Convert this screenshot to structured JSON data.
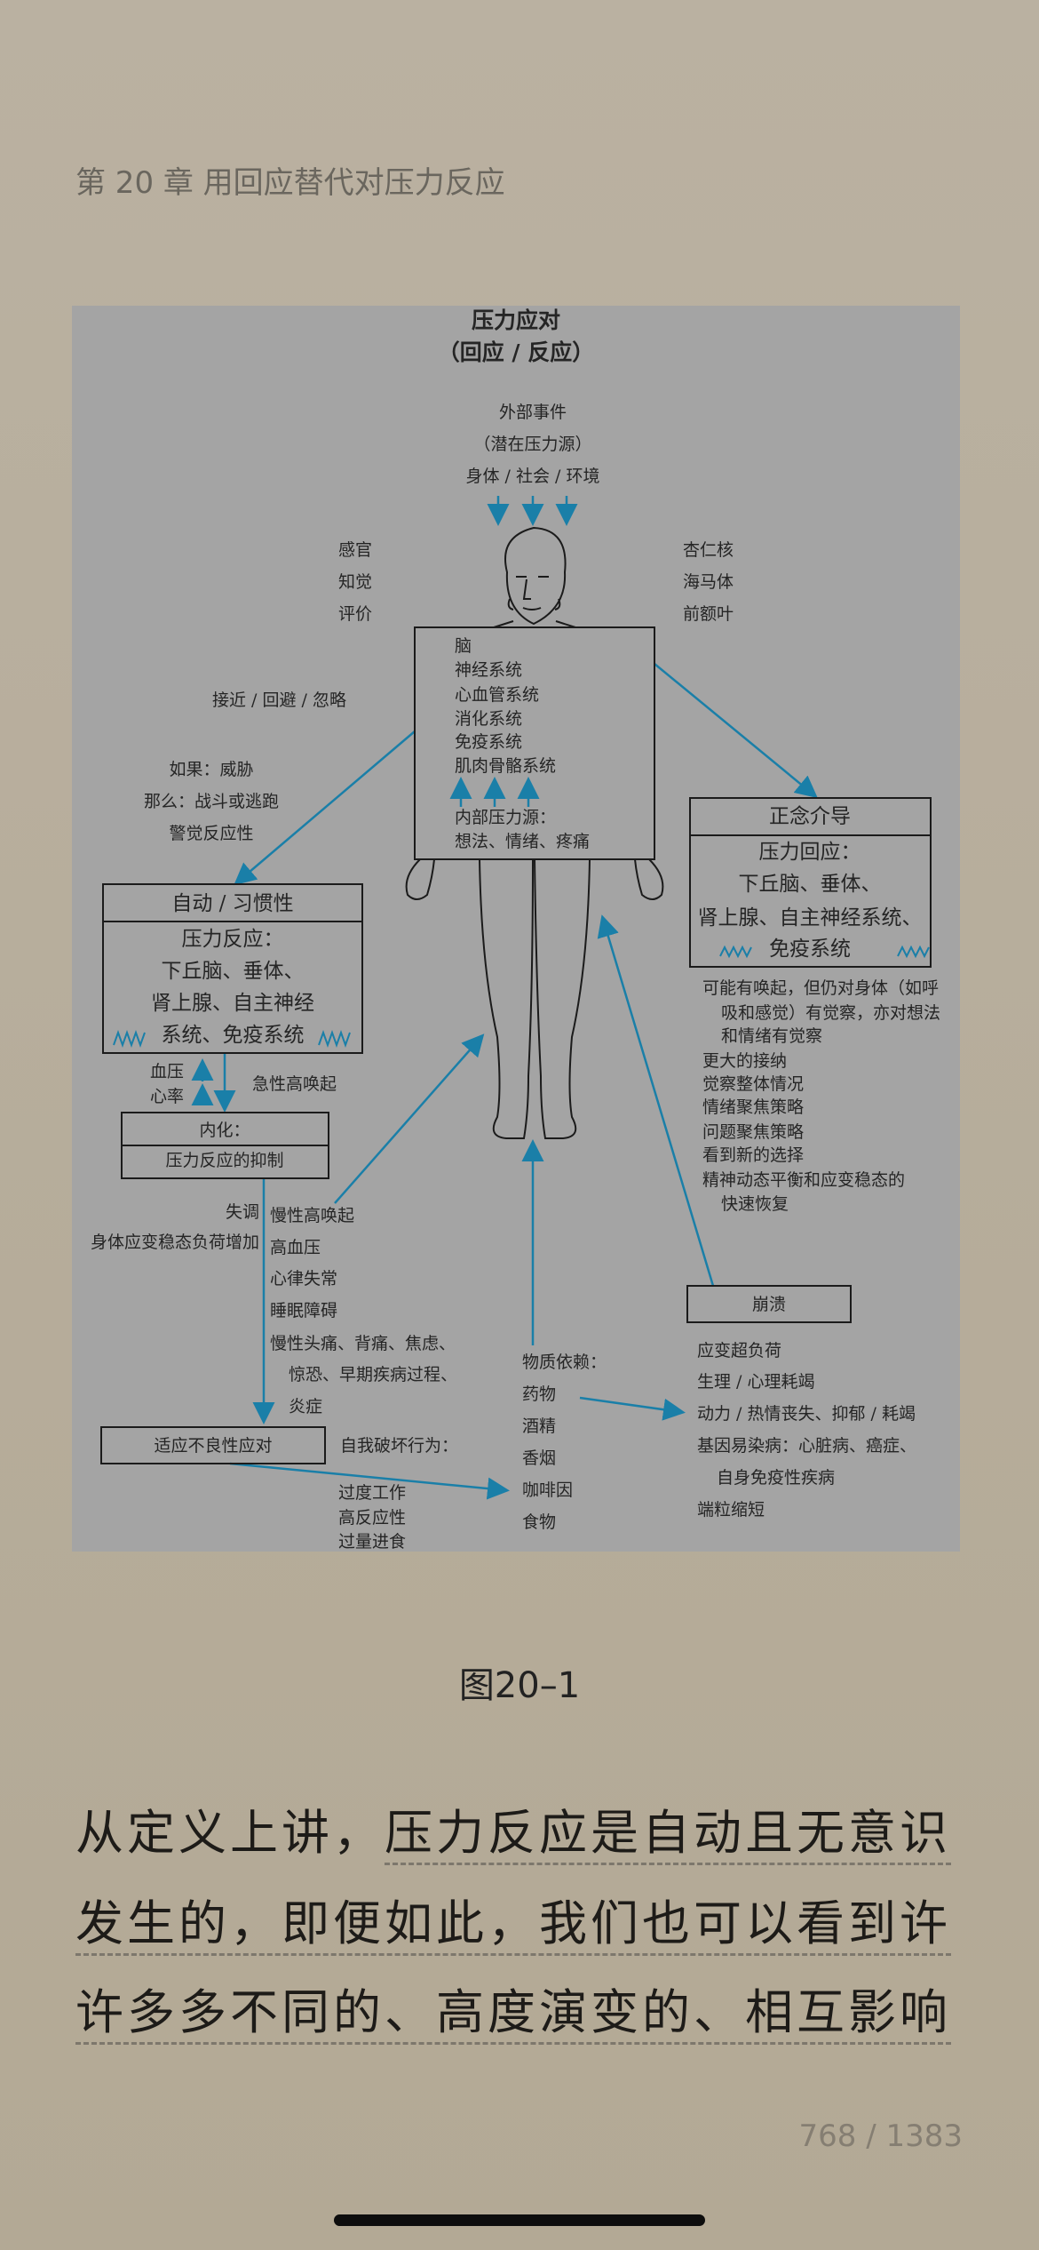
{
  "header": {
    "chapter": "第 20 章 用回应替代对压力反应"
  },
  "diagram": {
    "title": "压力应对",
    "subtitle": "（回应 / 反应）",
    "external": [
      "外部事件",
      "（潜在压力源）",
      "身体 / 社会 / 环境"
    ],
    "left_labels": [
      "感官",
      "知觉",
      "评价"
    ],
    "right_labels": [
      "杏仁核",
      "海马体",
      "前额叶"
    ],
    "body_systems": [
      "脑",
      "神经系统",
      "心血管系统",
      "消化系统",
      "免疫系统",
      "肌肉骨骼系统"
    ],
    "internal": [
      "内部压力源：",
      "想法、情绪、疼痛"
    ],
    "approach": "接近 / 回避 / 忽略",
    "threat": [
      "如果：威胁",
      "那么：战斗或逃跑",
      "警觉反应性"
    ],
    "auto_box": {
      "title": "自动 / 习惯性",
      "lines": [
        "压力反应：",
        "下丘脑、垂体、",
        "肾上腺、自主神经",
        "系统、免疫系统"
      ]
    },
    "mind_box": {
      "title": "正念介导",
      "lines": [
        "压力回应：",
        "下丘脑、垂体、",
        "肾上腺、自主神经系统、",
        "免疫系统"
      ]
    },
    "bp": "血压",
    "hr": "心率",
    "acute": "急性高唤起",
    "internalize": {
      "title": "内化：",
      "sub": "压力反应的抑制"
    },
    "dysregulation": "失调",
    "load": "身体应变稳态负荷增加",
    "chronic": [
      "慢性高唤起",
      "高血压",
      "心律失常",
      "睡眠障碍",
      "慢性头痛、背痛、焦虑、",
      "惊恐、早期疾病过程、",
      "炎症"
    ],
    "maladaptive": "适应不良性应对",
    "self_destruct": "自我破坏行为：",
    "behaviors": [
      "过度工作",
      "高反应性",
      "过量进食"
    ],
    "substance": [
      "物质依赖：",
      "药物",
      "酒精",
      "香烟",
      "咖啡因",
      "食物"
    ],
    "mind_results": [
      "可能有唤起，但仍对身体（如呼",
      "吸和感觉）有觉察，亦对想法",
      "和情绪有觉察",
      "更大的接纳",
      "觉察整体情况",
      "情绪聚焦策略",
      "问题聚焦策略",
      "看到新的选择",
      "精神动态平衡和应变稳态的",
      "快速恢复"
    ],
    "collapse": "崩溃",
    "collapse_results": [
      "应变超负荷",
      "生理 / 心理耗竭",
      "动力 / 热情丧失、抑郁 / 耗竭",
      "基因易染病：心脏病、癌症、",
      "自身免疫性疾病",
      "端粒缩短"
    ],
    "arrow_color": "#1a7fa8"
  },
  "caption": "图20–1",
  "body": {
    "line1_plain": "从定义上讲，",
    "line1_u": "压力反应是自动且无意识",
    "line2": "发生的，即便如此，我们也可以看到许",
    "line3": "许多多不同的、高度演变的、相互影响"
  },
  "page": "768 / 1383"
}
